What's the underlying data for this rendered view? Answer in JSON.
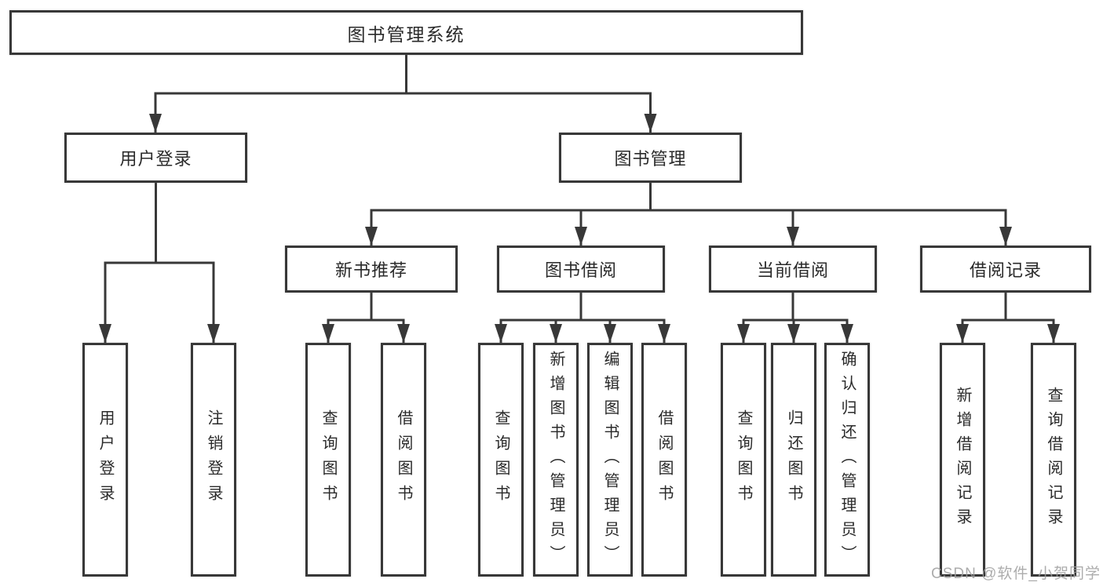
{
  "tree": {
    "label": "图书管理系统",
    "children": [
      {
        "label": "用户登录",
        "children": [
          {
            "label": "用户登录"
          },
          {
            "label": "注销登录"
          }
        ]
      },
      {
        "label": "图书管理",
        "children": [
          {
            "label": "新书推荐",
            "children": [
              {
                "label": "查询图书"
              },
              {
                "label": "借阅图书"
              }
            ]
          },
          {
            "label": "图书借阅",
            "children": [
              {
                "label": "查询图书"
              },
              {
                "label": "新增图书（管理员）"
              },
              {
                "label": "编辑图书（管理员）"
              },
              {
                "label": "借阅图书"
              }
            ]
          },
          {
            "label": "当前借阅",
            "children": [
              {
                "label": "查询图书"
              },
              {
                "label": "归还图书"
              },
              {
                "label": "确认归还（管理员）"
              }
            ]
          },
          {
            "label": "借阅记录",
            "children": [
              {
                "label": "新增借阅记录"
              },
              {
                "label": "查询借阅记录"
              }
            ]
          }
        ]
      }
    ]
  },
  "watermark": {
    "text": "CSDN @软件_小贺同学"
  },
  "colors": {
    "line": "#383838",
    "border": "#383838",
    "text": "#2a2a2a",
    "watermark": "#9e9e9e",
    "background": "#ffffff"
  }
}
